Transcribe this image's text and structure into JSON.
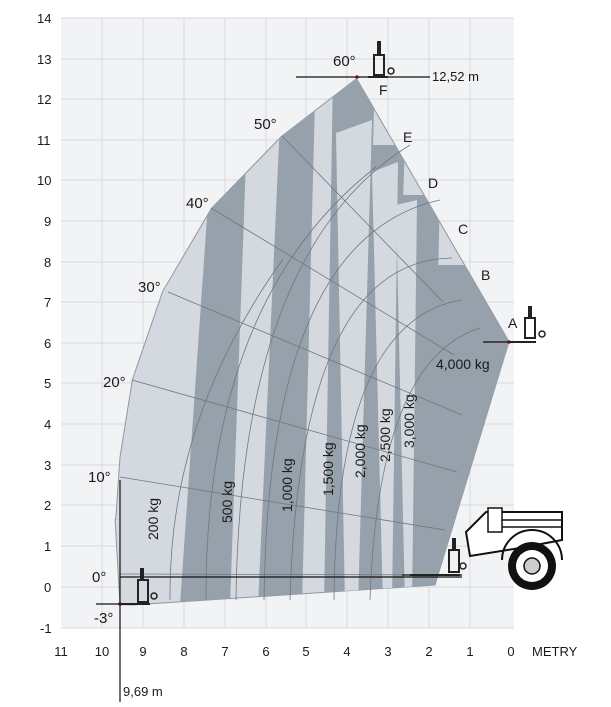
{
  "chart_data": {
    "type": "load-chart",
    "x_axis": {
      "unit": "METRY",
      "ticks": [
        "11",
        "10",
        "9",
        "8",
        "7",
        "6",
        "5",
        "4",
        "3",
        "2",
        "1",
        "0"
      ],
      "range": [
        11,
        0
      ]
    },
    "y_axis": {
      "ticks": [
        "14",
        "13",
        "12",
        "11",
        "10",
        "9",
        "8",
        "7",
        "6",
        "5",
        "4",
        "3",
        "2",
        "1",
        "0",
        "-1"
      ],
      "range": [
        -1,
        14
      ]
    },
    "grid": true,
    "boom_angles": [
      "60°",
      "50°",
      "40°",
      "30°",
      "20°",
      "10°",
      "0°",
      "-3°"
    ],
    "extension_points": [
      "A",
      "B",
      "C",
      "D",
      "E",
      "F"
    ],
    "load_zones": [
      "4,000 kg",
      "3,000 kg",
      "2,500 kg",
      "2,000 kg",
      "1,500 kg",
      "1,000 kg",
      "500 kg",
      "200 kg"
    ],
    "annotations": {
      "max_height": "12,52 m",
      "max_reach": "9,69 m"
    }
  }
}
